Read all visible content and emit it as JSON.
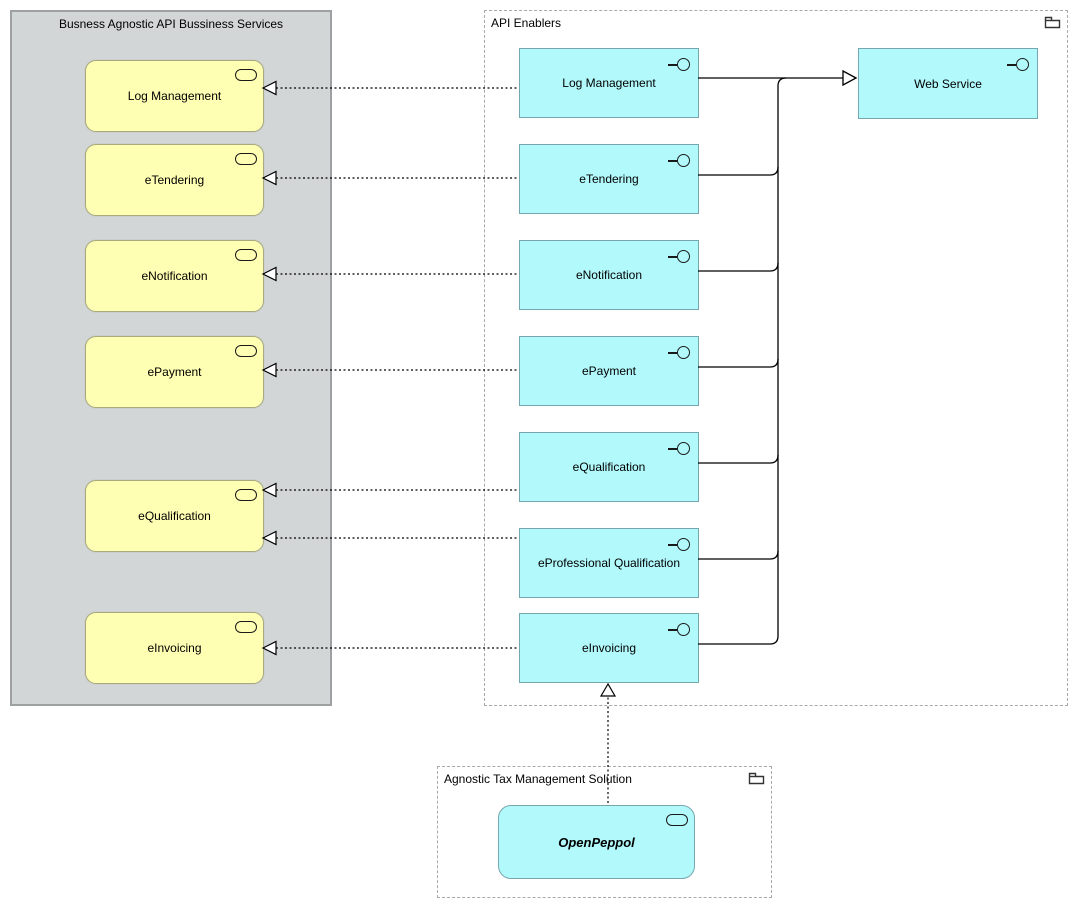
{
  "groups": {
    "business": {
      "title": "Busness Agnostic API Bussiness Services",
      "items": [
        {
          "label": "Log Management"
        },
        {
          "label": "eTendering"
        },
        {
          "label": "eNotification"
        },
        {
          "label": "ePayment"
        },
        {
          "label": "eQualification"
        },
        {
          "label": "eInvoicing"
        }
      ]
    },
    "enablers": {
      "title": "API Enablers",
      "items": [
        {
          "label": "Log Management"
        },
        {
          "label": "eTendering"
        },
        {
          "label": "eNotification"
        },
        {
          "label": "ePayment"
        },
        {
          "label": "eQualification"
        },
        {
          "label": "eProfessional Qualification"
        },
        {
          "label": "eInvoicing"
        }
      ],
      "web_service": {
        "label": "Web Service"
      }
    },
    "tax": {
      "title": "Agnostic Tax Management Solution",
      "items": [
        {
          "label": "OpenPeppol"
        }
      ]
    }
  },
  "icons": {
    "business_service_icon": "rounded-pill",
    "application_interface_icon": "lollipop",
    "grouping_icon": "open-folder"
  },
  "colors": {
    "business_fill": "#FFFFB3",
    "business_border": "#A9A980",
    "enabler_fill": "#B2F9FB",
    "enabler_border": "#76A6AE",
    "group_fill": "#D3D6D6",
    "group_border": "#9DA1A1",
    "dashed_border": "#A9A9A9",
    "connector": "#000000"
  }
}
